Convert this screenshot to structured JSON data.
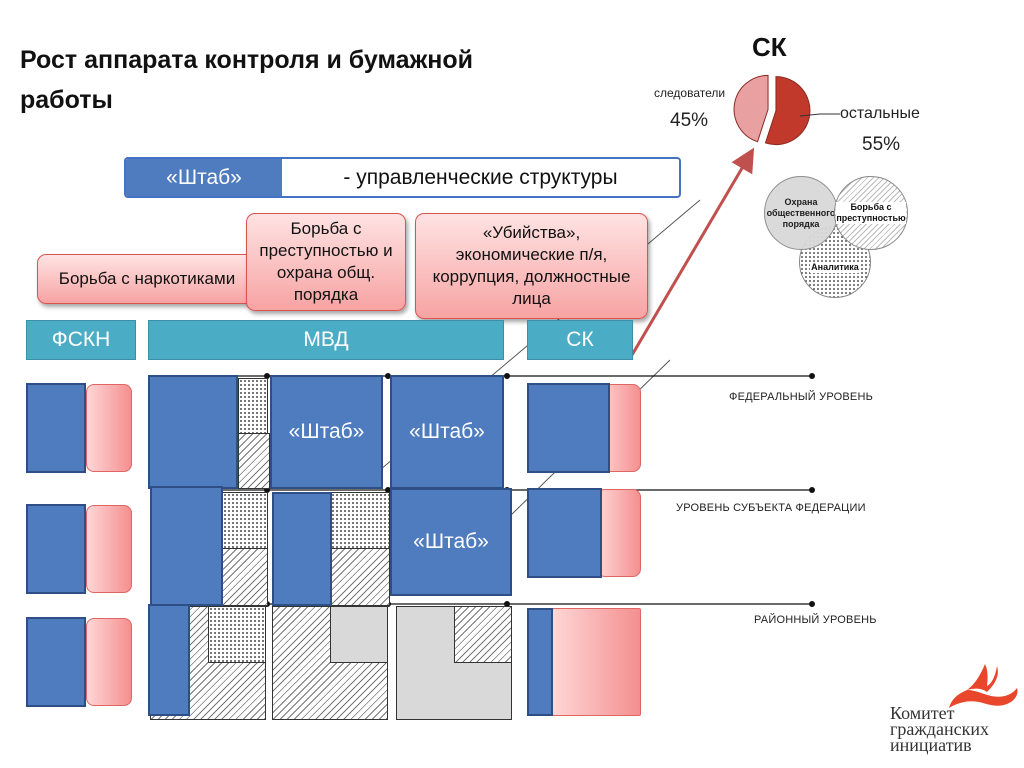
{
  "title": "Рост аппарата контроля и бумажной работы",
  "ck_chart": {
    "title": "СК",
    "label_left": "следователи",
    "pct_left": "45%",
    "label_right": "остальные",
    "pct_right": "55%"
  },
  "chart_data": {
    "type": "pie",
    "title": "СК",
    "categories": [
      "следователи",
      "остальные"
    ],
    "values": [
      45,
      55
    ],
    "colors": [
      "#e8a0a0",
      "#c0392b"
    ]
  },
  "shtab_bar": {
    "left": "«Штаб»",
    "right": "- управленческие структуры"
  },
  "boxes": {
    "narcotics": "Борьба с наркотиками",
    "crime": "Борьба с преступностью и охрана общ. порядка",
    "murders": "«Убийства», экономические п/я, коррупция, должностные лица"
  },
  "agencies": {
    "fskn": "ФСКН",
    "mvd": "МВД",
    "sk": "СК"
  },
  "shtab_cells": [
    "«Штаб»",
    "«Штаб»",
    "«Штаб»"
  ],
  "levels": {
    "federal": "ФЕДЕРАЛЬНЫЙ УРОВЕНЬ",
    "subject": "УРОВЕНЬ СУБЪЕКТА ФЕДЕРАЦИИ",
    "district": "РАЙОННЫЙ УРОВЕНЬ"
  },
  "venn": {
    "a": "Охрана общественного порядка",
    "b": "Борьба с преступностью",
    "c": "Аналитика"
  },
  "logo": {
    "line1": "Комитет",
    "line2": "гражданских",
    "line3": "инициатив"
  },
  "colors": {
    "blue": "#4f7bbf",
    "teal": "#4bacc6",
    "pink": "#f7a3a3",
    "red": "#c0392b"
  }
}
